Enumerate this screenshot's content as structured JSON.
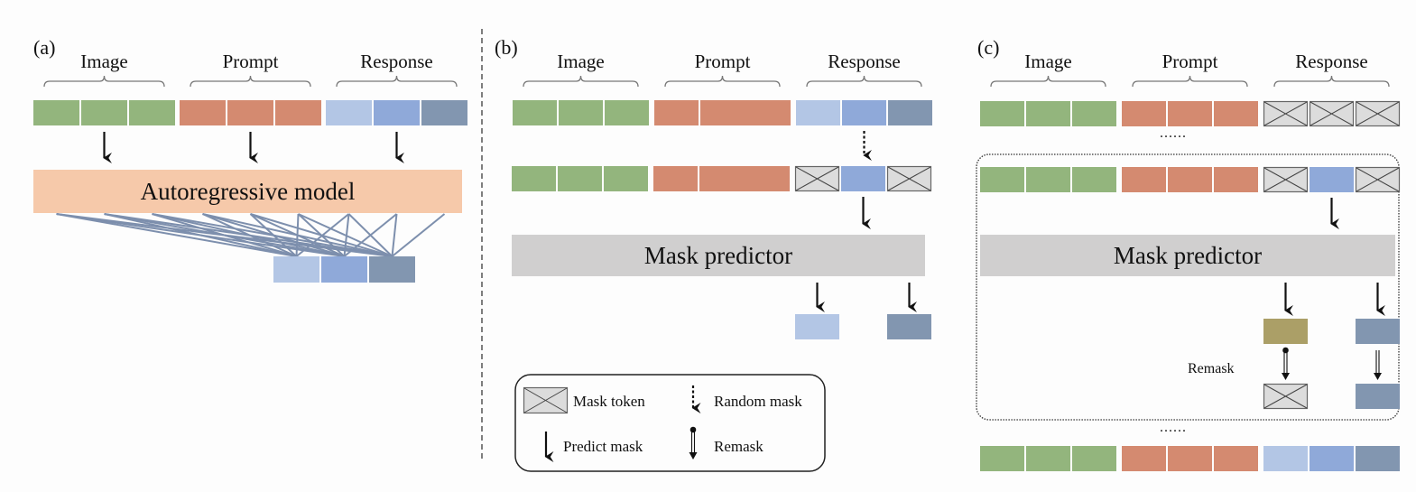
{
  "colors": {
    "image": "#93b57d",
    "prompt": "#d48a70",
    "resp1": "#b3c6e5",
    "resp2": "#8fa9d9",
    "resp3": "#8296b0",
    "remasked": "#ab9f67",
    "mask_fill": "#dcdcdc",
    "mask_stroke": "#666666",
    "ar_model": "#f6c9aa",
    "mask_predictor": "#d0cfcf"
  },
  "segments": [
    "Image",
    "Prompt",
    "Response"
  ],
  "panels": {
    "a": {
      "label": "(a)",
      "model_label": "Autoregressive model",
      "input_row": [
        "image",
        "image",
        "image",
        "prompt",
        "prompt",
        "prompt",
        "resp1",
        "resp2",
        "resp3"
      ],
      "output_row": [
        "resp1",
        "resp2",
        "resp3"
      ]
    },
    "b": {
      "label": "(b)",
      "model_label": "Mask predictor",
      "input_row": [
        "image",
        "image",
        "image",
        "prompt",
        "prompt-wide",
        "resp1",
        "resp2",
        "resp3"
      ],
      "masked_row": [
        "image",
        "image",
        "image",
        "prompt",
        "prompt-wide",
        "mask",
        "resp2",
        "mask"
      ],
      "output_row": [
        "resp1",
        "resp3"
      ]
    },
    "c": {
      "label": "(c)",
      "model_label": "Mask predictor",
      "start_row": [
        "image",
        "image",
        "image",
        "prompt",
        "prompt",
        "prompt",
        "mask",
        "mask",
        "mask"
      ],
      "step_row": [
        "image",
        "image",
        "image",
        "prompt",
        "prompt",
        "prompt",
        "mask",
        "resp2",
        "mask"
      ],
      "predicted": [
        "remasked",
        "resp3"
      ],
      "after_remask": [
        "mask",
        "resp3"
      ],
      "remask_label": "Remask",
      "final_row": [
        "image",
        "image",
        "image",
        "prompt",
        "prompt",
        "prompt",
        "resp1",
        "resp2",
        "resp3"
      ],
      "ellipsis": "......"
    }
  },
  "legend": {
    "mask_token": "Mask token",
    "random_mask": "Random mask",
    "predict_mask": "Predict mask",
    "remask": "Remask"
  }
}
